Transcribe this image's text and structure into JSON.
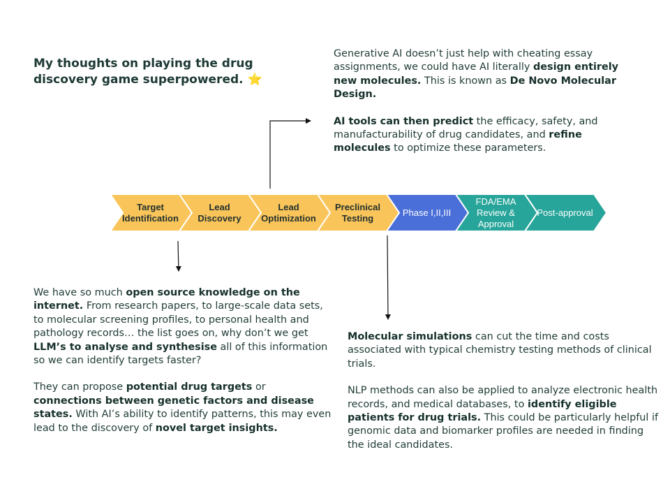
{
  "title": {
    "text": "My thoughts on playing the drug discovery game superpowered.",
    "emoji": "⭐"
  },
  "pipeline": {
    "steps": [
      {
        "lines": [
          "Target",
          "Identification"
        ],
        "color": "#f9c55a",
        "text_color": "dark"
      },
      {
        "lines": [
          "Lead",
          "Discovery"
        ],
        "color": "#f9c55a",
        "text_color": "dark"
      },
      {
        "lines": [
          "Lead",
          "Optimization"
        ],
        "color": "#f9c55a",
        "text_color": "dark"
      },
      {
        "lines": [
          "Preclinical",
          "Testing"
        ],
        "color": "#f9c55a",
        "text_color": "dark"
      },
      {
        "lines": [
          "Phase I,II,III"
        ],
        "color": "#4a6fd8",
        "text_color": "light"
      },
      {
        "lines": [
          "FDA/EMA",
          "Review &",
          "Approval"
        ],
        "color": "#27a59a",
        "text_color": "light"
      },
      {
        "lines": [
          "Post-approval"
        ],
        "color": "#27a59a",
        "text_color": "light"
      }
    ]
  },
  "blocks": {
    "ai_design": {
      "p1": {
        "t1": "Generative AI doesn’t just help with cheating essay assignments, we could have AI literally ",
        "b1": "design entirely new molecules.",
        "t2": " This is known as ",
        "b2": "De Novo Molecular Design."
      },
      "p2": {
        "b1": "AI tools can then predict",
        "t1": " the efficacy, safety, and manufacturability of drug candidates, and ",
        "b2": "refine molecules",
        "t2": " to optimize these parameters."
      }
    },
    "target_id": {
      "p1": {
        "t1": "We have so much ",
        "b1": "open source knowledge on the internet.",
        "t2": " From research papers, to large-scale data sets, to molecular screening profiles, to personal health and pathology records… the list goes on, why don’t we get ",
        "b2": "LLM’s to analyse and synthesise",
        "t3": " all of this information so we can identify targets faster?"
      },
      "p2": {
        "t1": "They can propose ",
        "b1": "potential drug targets",
        "t2": " or ",
        "b2": "connections between genetic factors and disease states.",
        "t3": " With AI’s ability to identify patterns, this may even lead to the discovery of ",
        "b3": "novel target insights."
      }
    },
    "simulation": {
      "p1": {
        "b1": "Molecular simulations",
        "t1": " can cut the time and costs associated with typical chemistry testing methods of clinical trials."
      },
      "p2": {
        "t1": "NLP methods can also be applied to analyze electronic health records, and medical databases, to ",
        "b1": "identify eligible patients for drug trials.",
        "t2": " This could be particularly helpful if genomic data and biomarker profiles are needed in finding the ideal candidates."
      }
    }
  }
}
